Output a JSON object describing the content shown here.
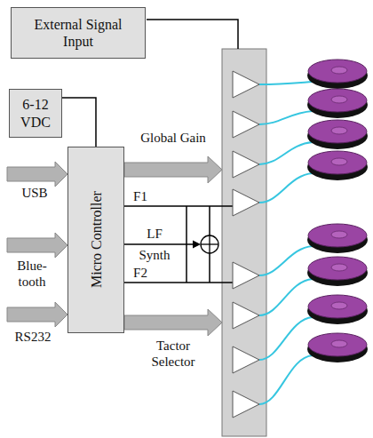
{
  "diagram": {
    "nodes": [
      {
        "text": [
          "External Signal Input"
        ]
      },
      {
        "text": [
          "6-12 VDC"
        ]
      },
      {
        "text": [
          "Micro Controller"
        ]
      }
    ],
    "edges": [
      {
        "from": 1,
        "to": 2,
        "arrow": "none"
      }
    ],
    "labels": [
      "Global Gain",
      "USB",
      "F1",
      "LF Synth",
      "F2",
      "Blue- tooth",
      "RS232",
      "Tactor Selector"
    ]
  }
}
